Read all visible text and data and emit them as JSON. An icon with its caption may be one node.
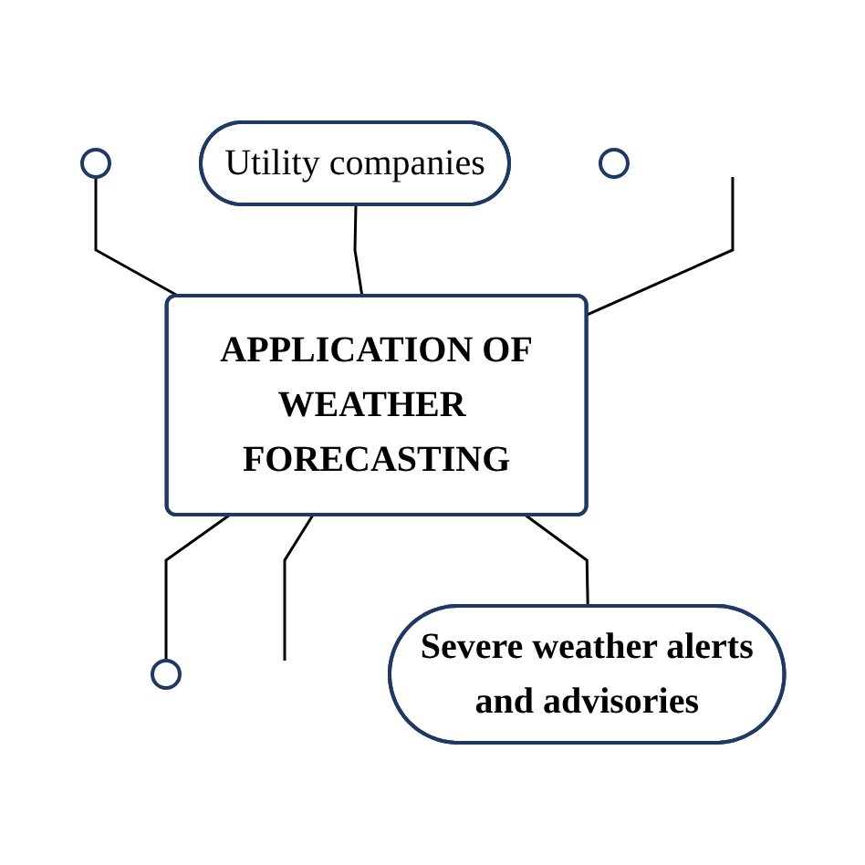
{
  "diagram": {
    "nodes": [
      {
        "text": [],
        "shape": "ellipse"
      },
      {
        "text": [
          "Utility companies"
        ]
      },
      {
        "text": [],
        "shape": "ellipse"
      },
      {
        "text": [
          "APPLICATION OF WEATHER FORECASTING"
        ]
      },
      {
        "text": [],
        "shape": "ellipse"
      },
      {
        "text": [
          "Severe weather alerts and advisories"
        ]
      }
    ],
    "edges": [
      {
        "from": 0,
        "to": 3,
        "arrow": "none"
      },
      {
        "from": 1,
        "to": 3,
        "arrow": "none"
      },
      {
        "from": 3,
        "to": 2,
        "arrow": "none"
      },
      {
        "from": null,
        "to": 3,
        "arrow": "none"
      },
      {
        "from": 3,
        "to": null,
        "arrow": "none"
      },
      {
        "from": 3,
        "to": 5,
        "arrow": "none"
      }
    ]
  }
}
